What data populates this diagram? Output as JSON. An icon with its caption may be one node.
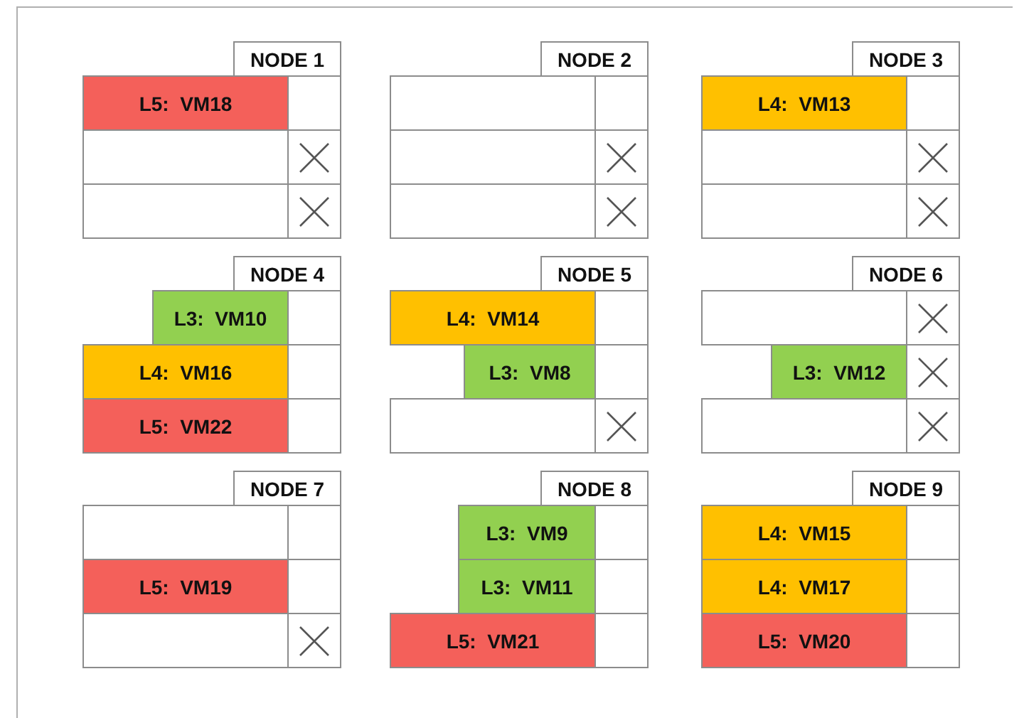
{
  "diagram": {
    "nodes": [
      {
        "text": [
          "NODE 1"
        ]
      },
      {
        "text": [
          "L5:  VM18"
        ]
      },
      {
        "text": [],
        "shape": "box"
      },
      {
        "text": [],
        "shape": "box"
      },
      {
        "text": [],
        "shape": "cross"
      },
      {
        "text": [],
        "shape": "box"
      },
      {
        "text": [],
        "shape": "cross"
      },
      {
        "text": [
          "NODE 2"
        ]
      },
      {
        "text": [],
        "shape": "box"
      },
      {
        "text": [],
        "shape": "box"
      },
      {
        "text": [],
        "shape": "box"
      },
      {
        "text": [],
        "shape": "cross"
      },
      {
        "text": [],
        "shape": "box"
      },
      {
        "text": [],
        "shape": "cross"
      },
      {
        "text": [
          "NODE 3"
        ]
      },
      {
        "text": [
          "L4:  VM13"
        ]
      },
      {
        "text": [],
        "shape": "box"
      },
      {
        "text": [],
        "shape": "box"
      },
      {
        "text": [],
        "shape": "cross"
      },
      {
        "text": [],
        "shape": "box"
      },
      {
        "text": [],
        "shape": "cross"
      },
      {
        "text": [
          "NODE 4"
        ]
      },
      {
        "text": [
          "L3:  VM10"
        ]
      },
      {
        "text": [],
        "shape": "box"
      },
      {
        "text": [
          "L4:  VM16"
        ]
      },
      {
        "text": [],
        "shape": "box"
      },
      {
        "text": [
          "L5:  VM22"
        ]
      },
      {
        "text": [],
        "shape": "box"
      },
      {
        "text": [
          "NODE 5"
        ]
      },
      {
        "text": [
          "L4:  VM14"
        ]
      },
      {
        "text": [],
        "shape": "box"
      },
      {
        "text": [
          "L3:  VM8"
        ]
      },
      {
        "text": [],
        "shape": "box"
      },
      {
        "text": [],
        "shape": "box"
      },
      {
        "text": [],
        "shape": "cross"
      },
      {
        "text": [
          "NODE 6"
        ]
      },
      {
        "text": [],
        "shape": "box"
      },
      {
        "text": [],
        "shape": "cross"
      },
      {
        "text": [
          "L3:  VM12"
        ]
      },
      {
        "text": [],
        "shape": "cross"
      },
      {
        "text": [],
        "shape": "box"
      },
      {
        "text": [],
        "shape": "cross"
      },
      {
        "text": [
          "NODE 7"
        ]
      },
      {
        "text": [],
        "shape": "box"
      },
      {
        "text": [],
        "shape": "box"
      },
      {
        "text": [
          "L5:  VM19"
        ]
      },
      {
        "text": [],
        "shape": "box"
      },
      {
        "text": [],
        "shape": "box"
      },
      {
        "text": [],
        "shape": "cross"
      },
      {
        "text": [
          "NODE 8"
        ]
      },
      {
        "text": [
          "L3:  VM9"
        ]
      },
      {
        "text": [],
        "shape": "box"
      },
      {
        "text": [
          "L3:  VM11"
        ]
      },
      {
        "text": [],
        "shape": "box"
      },
      {
        "text": [
          "L5:  VM21"
        ]
      },
      {
        "text": [],
        "shape": "box"
      },
      {
        "text": [
          "NODE 9"
        ]
      },
      {
        "text": [
          "L4:  VM15"
        ]
      },
      {
        "text": [],
        "shape": "box"
      },
      {
        "text": [
          "L4:  VM17"
        ]
      },
      {
        "text": [],
        "shape": "box"
      },
      {
        "text": [
          "L5:  VM20"
        ]
      },
      {
        "text": [],
        "shape": "box"
      }
    ]
  }
}
